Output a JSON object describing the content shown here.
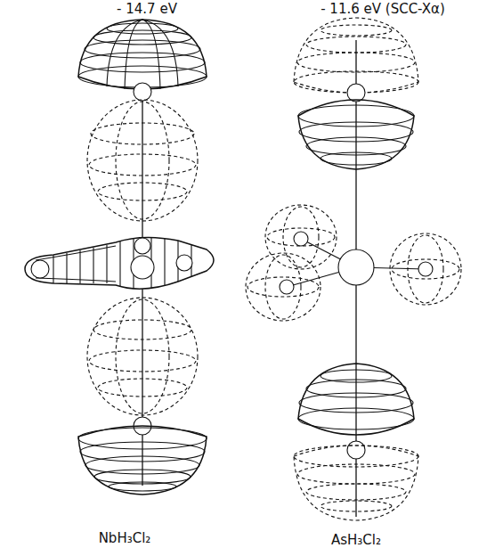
{
  "diagram": {
    "labels": [
      "- 14.7 eV",
      "- 11.6 eV  (SCC-Xα)",
      "NbH₃Cl₂",
      "AsH₃Cl₂"
    ]
  }
}
